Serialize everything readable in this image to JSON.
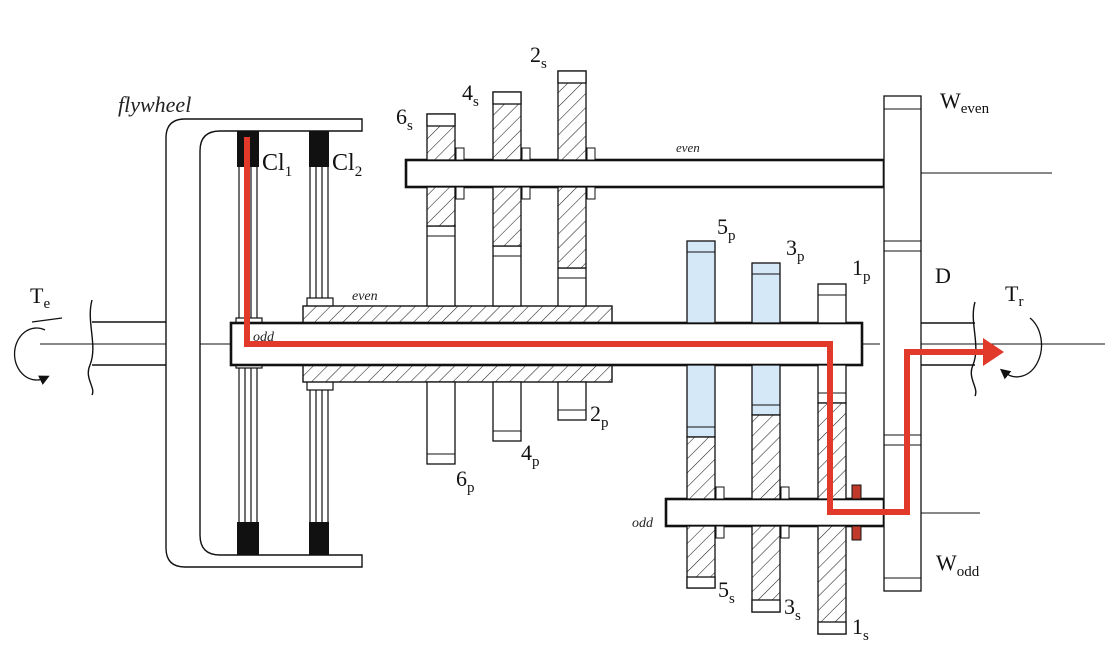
{
  "labels": {
    "flywheel": "flywheel",
    "cl1_main": "Cl",
    "cl1_sub": "1",
    "cl2_main": "Cl",
    "cl2_sub": "2",
    "te_main": "T",
    "te_sub": "e",
    "tr_main": "T",
    "tr_sub": "r",
    "even_upper": "even",
    "even_lower": "even",
    "odd_shaft": "odd",
    "odd_lower": "odd",
    "d": "D",
    "w_even_main": "W",
    "w_even_sub": "even",
    "w_odd_main": "W",
    "w_odd_sub": "odd",
    "g6s_main": "6",
    "g6s_sub": "s",
    "g4s_main": "4",
    "g4s_sub": "s",
    "g2s_main": "2",
    "g2s_sub": "s",
    "g6p_main": "6",
    "g6p_sub": "p",
    "g4p_main": "4",
    "g4p_sub": "p",
    "g2p_main": "2",
    "g2p_sub": "p",
    "g5p_main": "5",
    "g5p_sub": "p",
    "g3p_main": "3",
    "g3p_sub": "p",
    "g1p_main": "1",
    "g1p_sub": "p",
    "g5s_main": "5",
    "g5s_sub": "s",
    "g3s_main": "3",
    "g3s_sub": "s",
    "g1s_main": "1",
    "g1s_sub": "s"
  },
  "colors": {
    "power_path": "#e23a2a",
    "odd_gear_fill": "#d5e8f7",
    "synchronizer_red": "#c0392b",
    "line": "#111111"
  }
}
